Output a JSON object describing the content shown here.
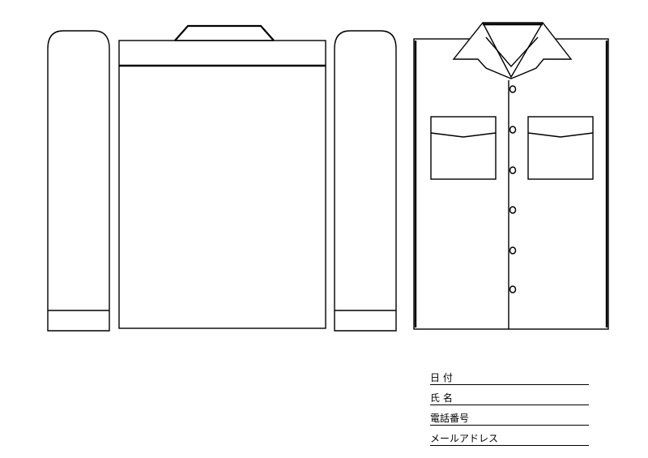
{
  "form": {
    "date_label": "日 付",
    "name_label": "氏 名",
    "phone_label": "電話番号",
    "email_label": "メールアドレス"
  },
  "colors": {
    "line": "#000000",
    "background": "#ffffff"
  },
  "drawing": {
    "parts": [
      "left-sleeve",
      "shirt-back",
      "right-sleeve",
      "shirt-front"
    ],
    "button_count": 6,
    "pocket_count": 2
  }
}
